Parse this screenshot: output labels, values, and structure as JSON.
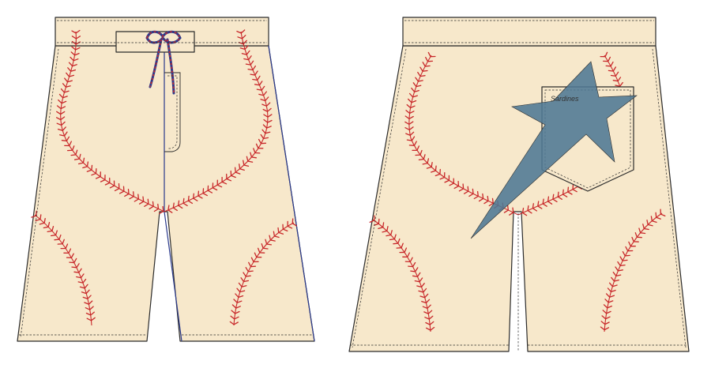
{
  "colors": {
    "fabric": "#f7e8cb",
    "outline": "#2b2b2b",
    "stitch": "#c8282a",
    "panel_seam": "#2b3a8c",
    "star": "#4f7894",
    "drawcord_red": "#c8282a",
    "drawcord_blue": "#2b3a8c"
  },
  "views": [
    {
      "name": "front-view"
    },
    {
      "name": "back-view"
    }
  ],
  "back_pocket": {
    "label": "Sardines"
  },
  "graphics": {
    "star_icon": "star-icon",
    "baseball_stitch": "baseball-stitch-icon"
  }
}
